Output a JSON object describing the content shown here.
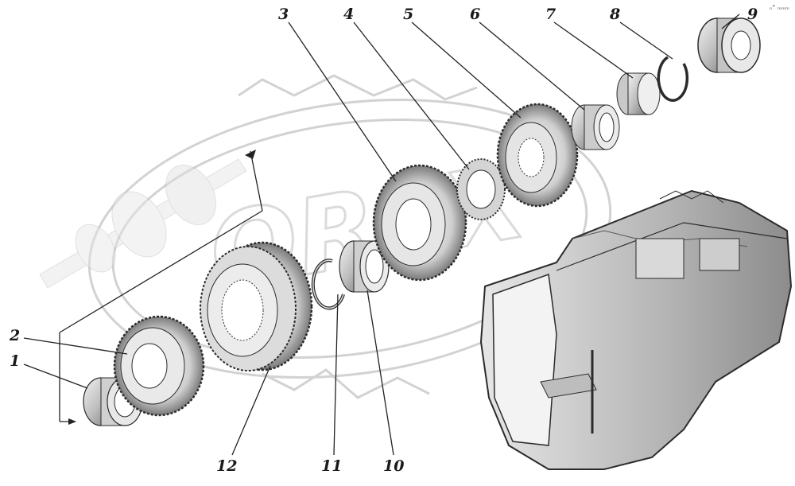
{
  "diagram": {
    "type": "exploded-parts-view",
    "watermark": "OREX",
    "corner_mark": "ₙ° ₘₘₘ",
    "callouts": [
      {
        "id": "1",
        "label": "1"
      },
      {
        "id": "2",
        "label": "2"
      },
      {
        "id": "3",
        "label": "3"
      },
      {
        "id": "4",
        "label": "4"
      },
      {
        "id": "5",
        "label": "5"
      },
      {
        "id": "6",
        "label": "6"
      },
      {
        "id": "7",
        "label": "7"
      },
      {
        "id": "8",
        "label": "8"
      },
      {
        "id": "9",
        "label": "9"
      },
      {
        "id": "10",
        "label": "10"
      },
      {
        "id": "11",
        "label": "11"
      },
      {
        "id": "12",
        "label": "12"
      }
    ],
    "colors": {
      "ink": "#2b2b2b",
      "shade": "#8a8a8a",
      "light": "#d6d6d6",
      "watermark": "#d2d2d2"
    }
  }
}
